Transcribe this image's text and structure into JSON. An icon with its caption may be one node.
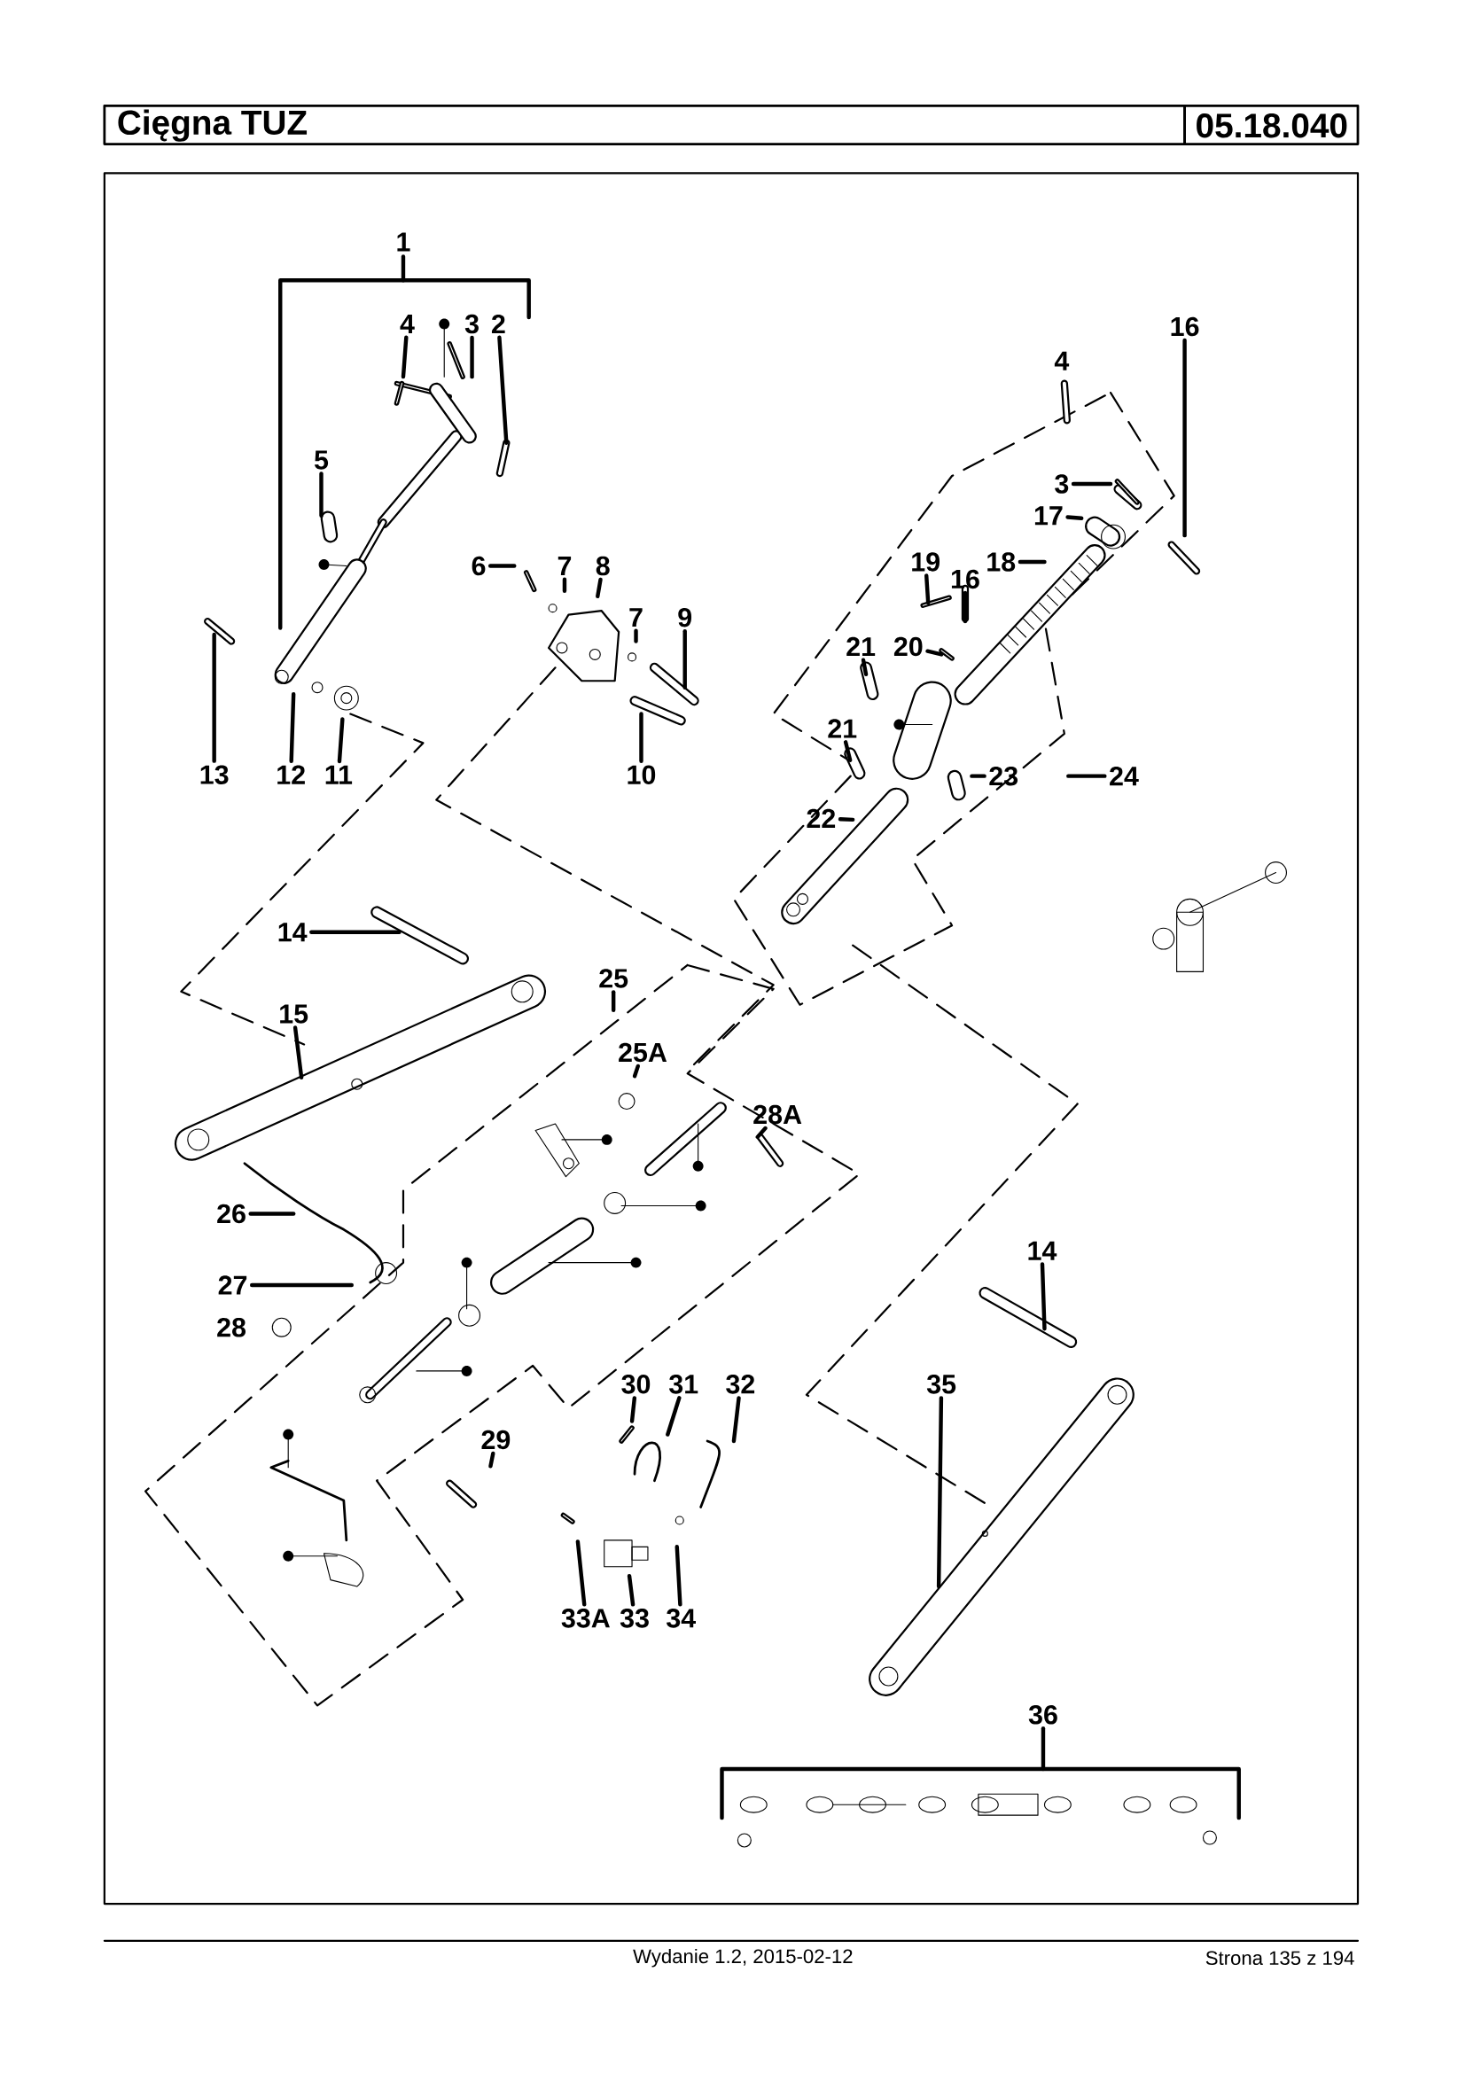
{
  "diagram": {
    "title": "Cięgna TUZ",
    "nodes": [
      {
        "text": [
          "1"
        ]
      },
      {
        "text": [
          "4"
        ]
      },
      {
        "text": [
          "3"
        ]
      },
      {
        "text": [
          "2"
        ]
      },
      {
        "text": [
          "16"
        ]
      },
      {
        "text": [
          "4"
        ]
      },
      {
        "text": [
          "5"
        ]
      },
      {
        "text": [
          "3"
        ]
      },
      {
        "text": [
          "17"
        ]
      },
      {
        "text": [
          "6"
        ]
      },
      {
        "text": [
          "7"
        ]
      },
      {
        "text": [
          "8"
        ]
      },
      {
        "text": [
          "19"
        ]
      },
      {
        "text": [
          "18"
        ]
      },
      {
        "text": [
          "16"
        ]
      },
      {
        "text": [
          "7"
        ]
      },
      {
        "text": [
          "9"
        ]
      },
      {
        "text": [
          "21"
        ]
      },
      {
        "text": [
          "20"
        ]
      },
      {
        "text": [
          "21"
        ]
      },
      {
        "text": [
          "13"
        ]
      },
      {
        "text": [
          "12"
        ]
      },
      {
        "text": [
          "11"
        ]
      },
      {
        "text": [
          "10"
        ]
      },
      {
        "text": [
          "23"
        ]
      },
      {
        "text": [
          "24"
        ]
      },
      {
        "text": [
          "22"
        ]
      },
      {
        "text": [
          "14"
        ]
      },
      {
        "text": [
          "25"
        ]
      },
      {
        "text": [
          "15"
        ]
      },
      {
        "text": [
          "25A"
        ]
      },
      {
        "text": [
          "28A"
        ]
      },
      {
        "text": [
          "26"
        ]
      },
      {
        "text": [
          "14"
        ]
      },
      {
        "text": [
          "27"
        ]
      },
      {
        "text": [
          "28"
        ]
      },
      {
        "text": [
          "30"
        ]
      },
      {
        "text": [
          "31"
        ]
      },
      {
        "text": [
          "32"
        ]
      },
      {
        "text": [
          "35"
        ]
      },
      {
        "text": [
          "29"
        ]
      },
      {
        "text": [
          "33A"
        ]
      },
      {
        "text": [
          "33"
        ]
      },
      {
        "text": [
          "34"
        ]
      },
      {
        "text": [
          "36"
        ]
      }
    ],
    "edges": [
      {
        "from": 1,
        "to": null,
        "arrow": "none"
      },
      {
        "from": 2,
        "to": null,
        "arrow": "none"
      },
      {
        "from": 3,
        "to": null,
        "arrow": "none"
      },
      {
        "from": 4,
        "to": null,
        "arrow": "none"
      },
      {
        "from": 6,
        "to": null,
        "arrow": "none"
      },
      {
        "from": 7,
        "to": null,
        "arrow": "none"
      },
      {
        "from": 8,
        "to": null,
        "arrow": "none"
      },
      {
        "from": 9,
        "to": null,
        "arrow": "none"
      },
      {
        "from": 10,
        "to": null,
        "arrow": "none"
      },
      {
        "from": 11,
        "to": null,
        "arrow": "none"
      },
      {
        "from": 12,
        "to": null,
        "arrow": "none"
      },
      {
        "from": 13,
        "to": null,
        "arrow": "none"
      },
      {
        "from": 14,
        "to": null,
        "arrow": "none"
      },
      {
        "from": 15,
        "to": null,
        "arrow": "none"
      },
      {
        "from": 16,
        "to": null,
        "arrow": "none"
      },
      {
        "from": 17,
        "to": null,
        "arrow": "none"
      },
      {
        "from": 18,
        "to": null,
        "arrow": "none"
      },
      {
        "from": 19,
        "to": null,
        "arrow": "none"
      },
      {
        "from": 20,
        "to": null,
        "arrow": "none"
      },
      {
        "from": 21,
        "to": null,
        "arrow": "none"
      },
      {
        "from": 22,
        "to": null,
        "arrow": "none"
      },
      {
        "from": 23,
        "to": null,
        "arrow": "none"
      },
      {
        "from": 24,
        "to": null,
        "arrow": "none"
      },
      {
        "from": 25,
        "to": null,
        "arrow": "none"
      },
      {
        "from": 26,
        "to": null,
        "arrow": "none"
      },
      {
        "from": 27,
        "to": null,
        "arrow": "none"
      },
      {
        "from": 28,
        "to": null,
        "arrow": "none"
      },
      {
        "from": 29,
        "to": null,
        "arrow": "none"
      },
      {
        "from": 30,
        "to": null,
        "arrow": "none"
      },
      {
        "from": 31,
        "to": null,
        "arrow": "none"
      },
      {
        "from": 32,
        "to": null,
        "arrow": "none"
      },
      {
        "from": 33,
        "to": null,
        "arrow": "none"
      },
      {
        "from": 34,
        "to": null,
        "arrow": "none"
      },
      {
        "from": 36,
        "to": null,
        "arrow": "none"
      },
      {
        "from": 37,
        "to": null,
        "arrow": "none"
      },
      {
        "from": 38,
        "to": null,
        "arrow": "none"
      },
      {
        "from": 39,
        "to": null,
        "arrow": "none"
      },
      {
        "from": 40,
        "to": null,
        "arrow": "none"
      },
      {
        "from": 41,
        "to": null,
        "arrow": "none"
      },
      {
        "from": 42,
        "to": null,
        "arrow": "none"
      },
      {
        "from": 43,
        "to": null,
        "arrow": "none"
      },
      {
        "from": 44,
        "to": null,
        "arrow": "none"
      }
    ],
    "labels": [
      "05.18.040",
      "Wydanie 1.2,  2015-02-12",
      "Strona 135 z 194"
    ]
  }
}
